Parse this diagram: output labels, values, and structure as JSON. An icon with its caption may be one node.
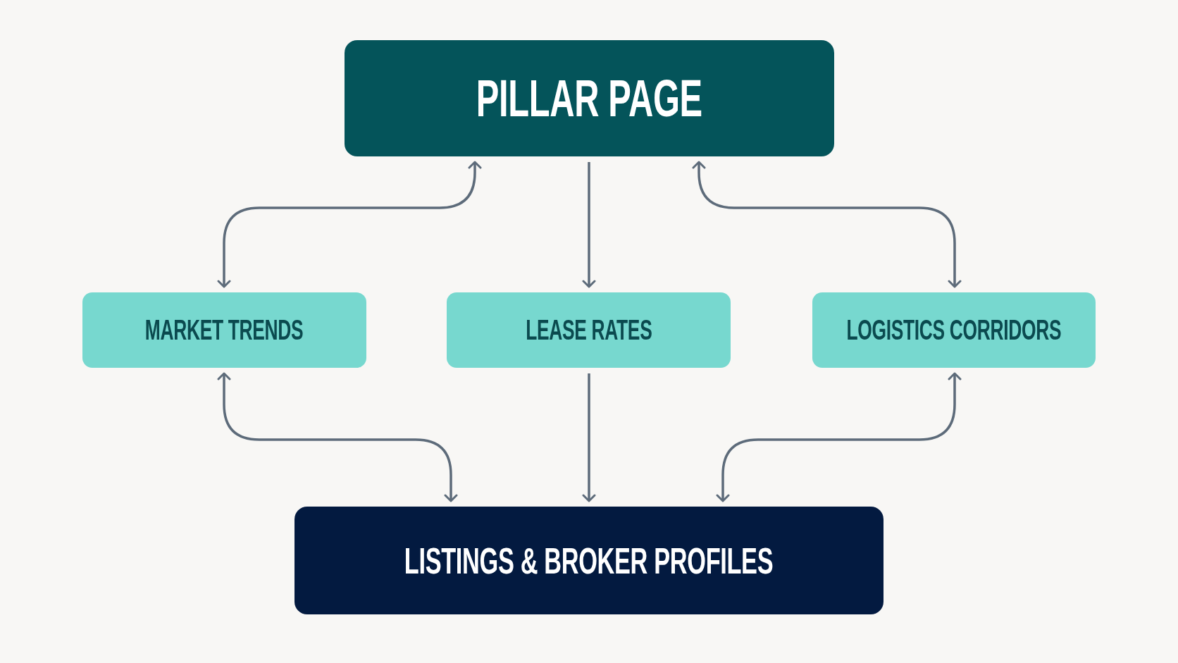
{
  "diagram": {
    "nodes": [
      {
        "text": [
          "PILLAR PAGE"
        ]
      },
      {
        "text": [
          "MARKET TRENDS"
        ]
      },
      {
        "text": [
          "LEASE RATES"
        ]
      },
      {
        "text": [
          "LOGISTICS CORRIDORS"
        ]
      },
      {
        "text": [
          "LISTINGS & BROKER PROFILES"
        ]
      }
    ],
    "edges": [
      {
        "from": 0,
        "to": 1,
        "arrow": "both"
      },
      {
        "from": 0,
        "to": 2,
        "arrow": "to"
      },
      {
        "from": 0,
        "to": 3,
        "arrow": "both"
      },
      {
        "from": 1,
        "to": 4,
        "arrow": "both"
      },
      {
        "from": 2,
        "to": 4,
        "arrow": "to"
      },
      {
        "from": 3,
        "to": 4,
        "arrow": "both"
      }
    ]
  }
}
